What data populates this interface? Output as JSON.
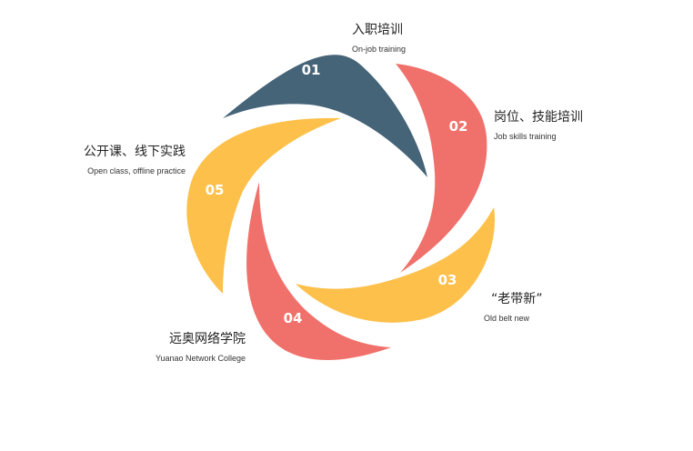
{
  "colors": {
    "slate": "#456478",
    "coral": "#f0716b",
    "amber": "#fdc04a"
  },
  "segments": [
    {
      "number": "01",
      "color": "#456478",
      "title_cn": "入职培训",
      "title_en": "On-job training"
    },
    {
      "number": "02",
      "color": "#f0716b",
      "title_cn": "岗位、技能培训",
      "title_en": "Job skills training"
    },
    {
      "number": "03",
      "color": "#fdc04a",
      "title_cn": "“老带新”",
      "title_en": "Old belt new"
    },
    {
      "number": "04",
      "color": "#f0716b",
      "title_cn": "远奥网络学院",
      "title_en": "Yuanao Network College"
    },
    {
      "number": "05",
      "color": "#fdc04a",
      "title_cn": "公开课、线下实践",
      "title_en": "Open class, offline practice"
    }
  ]
}
